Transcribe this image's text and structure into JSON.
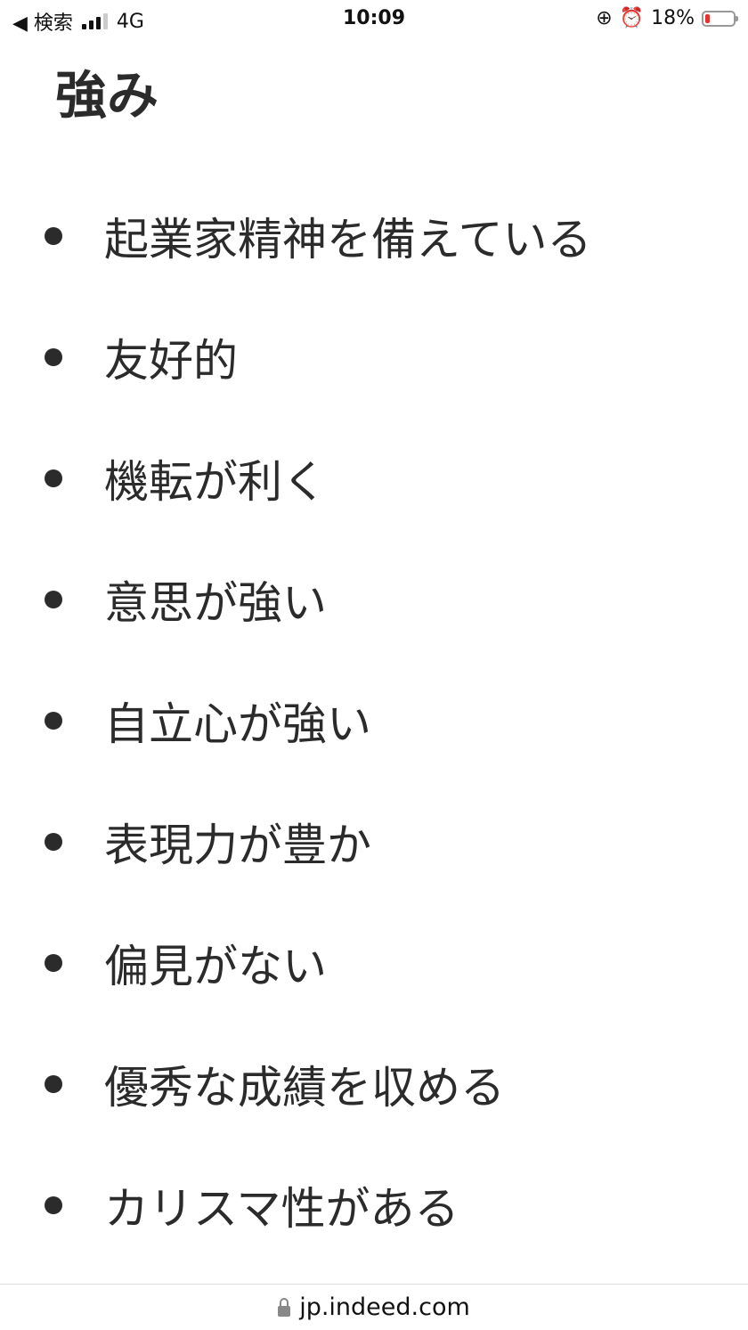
{
  "status_bar": {
    "back_label": "◀ 検索",
    "network": "4G",
    "time": "10:09",
    "battery_percent_label": "18%",
    "battery_level": 0.18,
    "battery_color": "#e8322b"
  },
  "page": {
    "title": "強み",
    "items": [
      "起業家精神を備えている",
      "友好的",
      "機転が利く",
      "意思が強い",
      "自立心が強い",
      "表現力が豊か",
      "偏見がない",
      "優秀な成績を収める",
      "カリスマ性がある"
    ]
  },
  "url_bar": {
    "url": "jp.indeed.com"
  }
}
